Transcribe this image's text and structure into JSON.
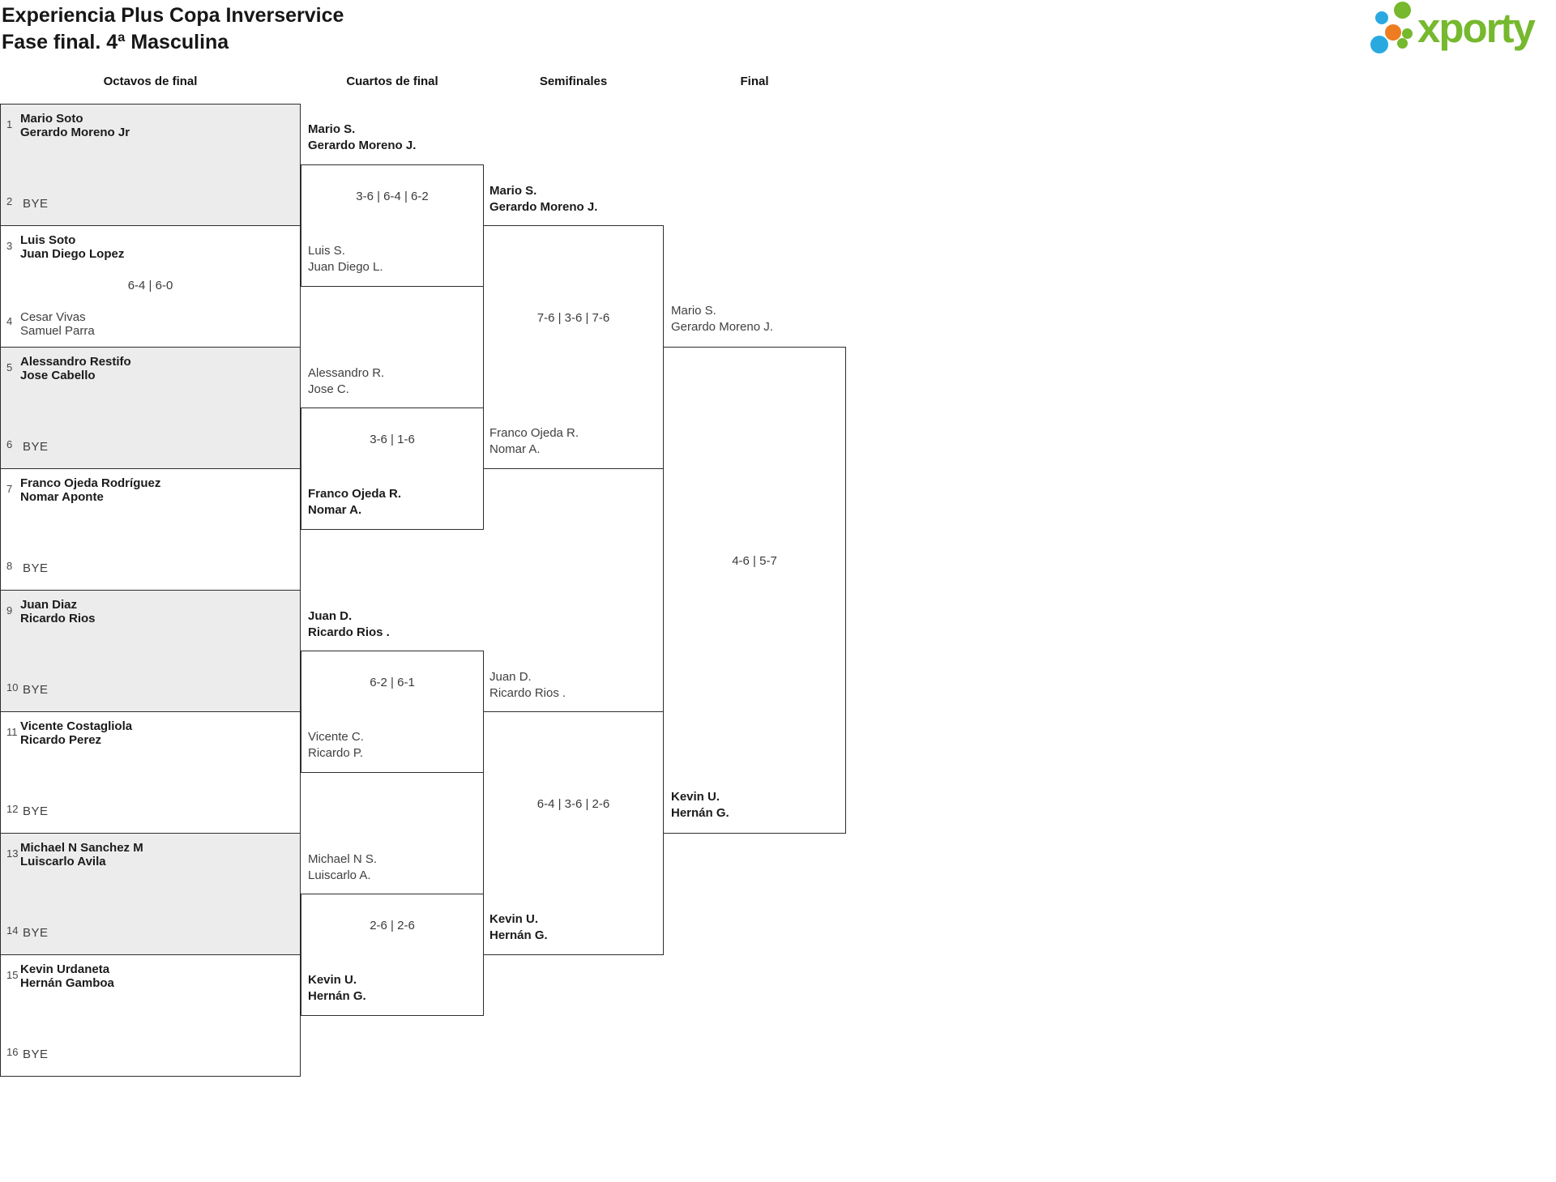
{
  "title": {
    "line1": "Experiencia Plus Copa Inverservice",
    "line2": "Fase final. 4ª Masculina"
  },
  "logo": {
    "text": "xporty",
    "green": "#76b82e",
    "blue": "#2aa9e0",
    "orange": "#ee7d22"
  },
  "rounds": [
    "Octavos de final",
    "Cuartos de final",
    "Semifinales",
    "Final"
  ],
  "bye_label": "BYE",
  "r16": [
    {
      "seed_a": "1",
      "team_a": [
        "Mario Soto",
        "Gerardo Moreno Jr"
      ],
      "a_won": true,
      "seed_b": "2",
      "team_b": [
        "BYE"
      ],
      "b_won": false,
      "score": ""
    },
    {
      "seed_a": "3",
      "team_a": [
        "Luis Soto",
        "Juan Diego Lopez"
      ],
      "a_won": true,
      "seed_b": "4",
      "team_b": [
        "Cesar Vivas",
        "Samuel Parra"
      ],
      "b_won": false,
      "score": "6-4 | 6-0"
    },
    {
      "seed_a": "5",
      "team_a": [
        "Alessandro Restifo",
        "Jose Cabello"
      ],
      "a_won": true,
      "seed_b": "6",
      "team_b": [
        "BYE"
      ],
      "b_won": false,
      "score": ""
    },
    {
      "seed_a": "7",
      "team_a": [
        "Franco Ojeda Rodríguez",
        "Nomar Aponte"
      ],
      "a_won": true,
      "seed_b": "8",
      "team_b": [
        "BYE"
      ],
      "b_won": false,
      "score": ""
    },
    {
      "seed_a": "9",
      "team_a": [
        "Juan Diaz",
        "Ricardo Rios"
      ],
      "a_won": true,
      "seed_b": "10",
      "team_b": [
        "BYE"
      ],
      "b_won": false,
      "score": ""
    },
    {
      "seed_a": "11",
      "team_a": [
        "Vicente Costagliola",
        "Ricardo Perez"
      ],
      "a_won": true,
      "seed_b": "12",
      "team_b": [
        "BYE"
      ],
      "b_won": false,
      "score": ""
    },
    {
      "seed_a": "13",
      "team_a": [
        "Michael N Sanchez M",
        "Luiscarlo Avila"
      ],
      "a_won": true,
      "seed_b": "14",
      "team_b": [
        "BYE"
      ],
      "b_won": false,
      "score": ""
    },
    {
      "seed_a": "15",
      "team_a": [
        "Kevin Urdaneta",
        "Hernán Gamboa"
      ],
      "a_won": true,
      "seed_b": "16",
      "team_b": [
        "BYE"
      ],
      "b_won": false,
      "score": ""
    }
  ],
  "qf": [
    {
      "top": [
        "Mario S.",
        "Gerardo Moreno J."
      ],
      "top_won": true,
      "score": "3-6 | 6-4 | 6-2",
      "bottom": [
        "Luis S.",
        "Juan Diego L."
      ],
      "bottom_won": false
    },
    {
      "top": [
        "Alessandro R.",
        "Jose C."
      ],
      "top_won": false,
      "score": "3-6 | 1-6",
      "bottom": [
        "Franco Ojeda R.",
        "Nomar A."
      ],
      "bottom_won": true
    },
    {
      "top": [
        "Juan D.",
        "Ricardo Rios ."
      ],
      "top_won": true,
      "score": "6-2 | 6-1",
      "bottom": [
        "Vicente C.",
        "Ricardo P."
      ],
      "bottom_won": false
    },
    {
      "top": [
        "Michael N S.",
        "Luiscarlo A."
      ],
      "top_won": false,
      "score": "2-6 | 2-6",
      "bottom": [
        "Kevin U.",
        "Hernán G."
      ],
      "bottom_won": true
    }
  ],
  "sf": [
    {
      "top": [
        "Mario S.",
        "Gerardo Moreno J."
      ],
      "top_won": true,
      "score": "7-6 | 3-6 | 7-6",
      "bottom": [
        "Franco Ojeda R.",
        "Nomar A."
      ],
      "bottom_won": false
    },
    {
      "top": [
        "Juan D.",
        "Ricardo Rios ."
      ],
      "top_won": false,
      "score": "6-4 | 3-6 | 2-6",
      "bottom": [
        "Kevin U.",
        "Hernán G."
      ],
      "bottom_won": true
    }
  ],
  "final": {
    "top": [
      "Mario S.",
      "Gerardo Moreno J."
    ],
    "top_won": false,
    "score": "4-6 | 5-7",
    "bottom": [
      "Kevin U.",
      "Hernán G."
    ],
    "bottom_won": true
  }
}
